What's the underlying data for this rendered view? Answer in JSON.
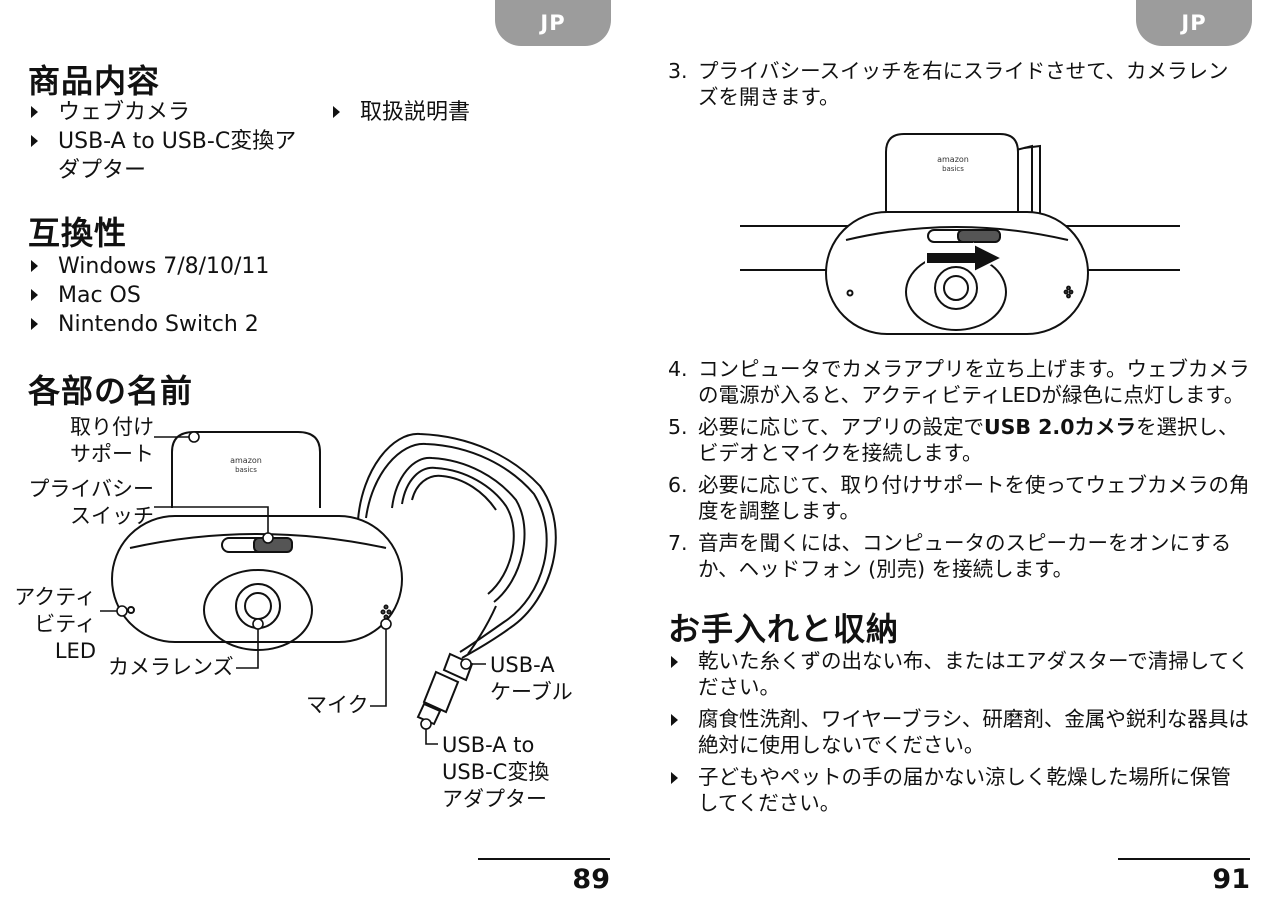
{
  "left_page": {
    "tab": "JP",
    "contents": {
      "heading": "商品内容",
      "items_col1": [
        "ウェブカメラ",
        "USB-A to USB-C変換アダプター"
      ],
      "items_col2": [
        "取扱説明書"
      ]
    },
    "compat": {
      "heading": "互換性",
      "items": [
        "Windows 7/8/10/11",
        "Mac OS",
        "Nintendo Switch 2"
      ]
    },
    "parts": {
      "heading": "各部の名前",
      "mount": [
        "取り付け",
        "サポート"
      ],
      "privacy": [
        "プライバシー",
        "スイッチ"
      ],
      "led": [
        "アクティ",
        "ビティ",
        "LED"
      ],
      "lens": "カメラレンズ",
      "mic": "マイク",
      "cable": [
        "USB-A",
        "ケーブル"
      ],
      "adapter": [
        "USB-A to",
        "USB-C変換",
        "アダプター"
      ],
      "logo": [
        "amazon",
        "basics"
      ]
    },
    "page_number": "89"
  },
  "right_page": {
    "tab": "JP",
    "step3": {
      "num": "3.",
      "text": "プライバシースイッチを右にスライドさせて、カメラレンズを開きます。"
    },
    "step4": {
      "num": "4.",
      "text": "コンピュータでカメラアプリを立ち上げます。ウェブカメラの電源が入ると、アクティビティLEDが緑色に点灯します。"
    },
    "step5": {
      "num": "5.",
      "pre": "必要に応じて、アプリの設定で",
      "bold": "USB 2.0カメラ",
      "post": "を選択し、ビデオとマイクを接続します。"
    },
    "step6": {
      "num": "6.",
      "text": "必要に応じて、取り付けサポートを使ってウェブカメラの角度を調整します。"
    },
    "step7": {
      "num": "7.",
      "text": "音声を聞くには、コンピュータのスピーカーをオンにするか、ヘッドフォン (別売) を接続します。"
    },
    "care": {
      "heading": "お手入れと収納",
      "items": [
        "乾いた糸くずの出ない布、またはエアダスターで清掃してください。",
        "腐食性洗剤、ワイヤーブラシ、研磨剤、金属や鋭利な器具は絶対に使用しないでください。",
        "子どもやペットの手の届かない涼しく乾燥した場所に保管してください。"
      ]
    },
    "logo": [
      "amazon",
      "basics"
    ],
    "page_number": "91"
  }
}
